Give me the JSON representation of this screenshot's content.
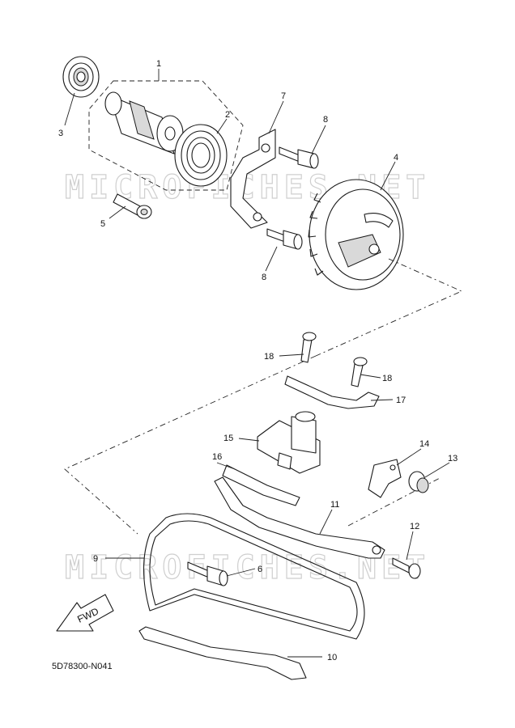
{
  "watermark": {
    "text_top": "MICROFICHES.NET",
    "text_bottom": "MICROFICHES.NET"
  },
  "direction_arrow": {
    "label": "FWD"
  },
  "drawing_code": "5D78300-N041",
  "parts": [
    {
      "ref": "1"
    },
    {
      "ref": "2"
    },
    {
      "ref": "3"
    },
    {
      "ref": "4"
    },
    {
      "ref": "5"
    },
    {
      "ref": "6"
    },
    {
      "ref": "7"
    },
    {
      "ref": "8"
    },
    {
      "ref": "8"
    },
    {
      "ref": "9"
    },
    {
      "ref": "10"
    },
    {
      "ref": "11"
    },
    {
      "ref": "12"
    },
    {
      "ref": "13"
    },
    {
      "ref": "14"
    },
    {
      "ref": "15"
    },
    {
      "ref": "16"
    },
    {
      "ref": "17"
    },
    {
      "ref": "18"
    },
    {
      "ref": "18"
    }
  ]
}
